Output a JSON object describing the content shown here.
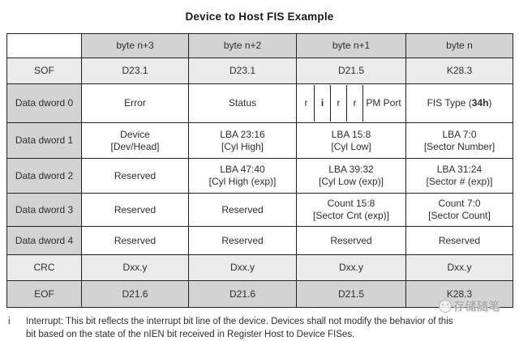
{
  "title": "Device to Host FIS Example",
  "colors": {
    "header_bg": "#d3d3d3",
    "light_row_bg": "#ebebeb",
    "mid_row_bg": "#d3d3d3",
    "data_cell_bg": "#fefefe",
    "border": "#222222",
    "watermark_gray": "#a9a9a9"
  },
  "table": {
    "col_headers": [
      "byte n+3",
      "byte n+2",
      "byte n+1",
      "byte n"
    ],
    "rows": [
      {
        "label": "SOF",
        "cells": [
          "D23.1",
          "D23.1",
          "D21.5",
          "K28.3"
        ]
      },
      {
        "label": "Data dword 0",
        "cells": [
          "Error",
          "Status"
        ],
        "bits": [
          "r",
          "i",
          "r",
          "r"
        ],
        "pm_port": "PM Port",
        "fis_type": {
          "prefix": "FIS Type (",
          "bold": "34h",
          "suffix": ")"
        }
      },
      {
        "label": "Data dword 1",
        "cells": [
          "Device\n[Dev/Head]",
          "LBA 23:16\n[Cyl High]",
          "LBA 15:8\n[Cyl Low]",
          "LBA 7:0\n[Sector Number]"
        ]
      },
      {
        "label": "Data dword 2",
        "cells": [
          "Reserved",
          "LBA 47:40\n[Cyl High (exp)]",
          "LBA 39:32\n[Cyl Low (exp)]",
          "LBA 31:24\n[Sector # (exp)]"
        ]
      },
      {
        "label": "Data dword 3",
        "cells": [
          "Reserved",
          "Reserved",
          "Count 15:8\n[Sector Cnt (exp)]",
          "Count 7:0\n[Sector Count]"
        ]
      },
      {
        "label": "Data dword 4",
        "cells": [
          "Reserved",
          "Reserved",
          "Reserved",
          "Reserved"
        ]
      },
      {
        "label": "CRC",
        "cells": [
          "Dxx.y",
          "Dxx.y",
          "Dxx.y",
          "Dxx.y"
        ]
      },
      {
        "label": "EOF",
        "cells": [
          "D21.6",
          "D21.6",
          "D21.5",
          "K28.3"
        ]
      }
    ]
  },
  "footnote": {
    "marker": "i",
    "text": "Interrupt: This bit reflects the interrupt bit line of the device. Devices shall not modify the behavior of this\nbit based on the state of the nIEN bit received in Register Host to Device FISes."
  },
  "watermark": {
    "text": "存储随笔"
  }
}
